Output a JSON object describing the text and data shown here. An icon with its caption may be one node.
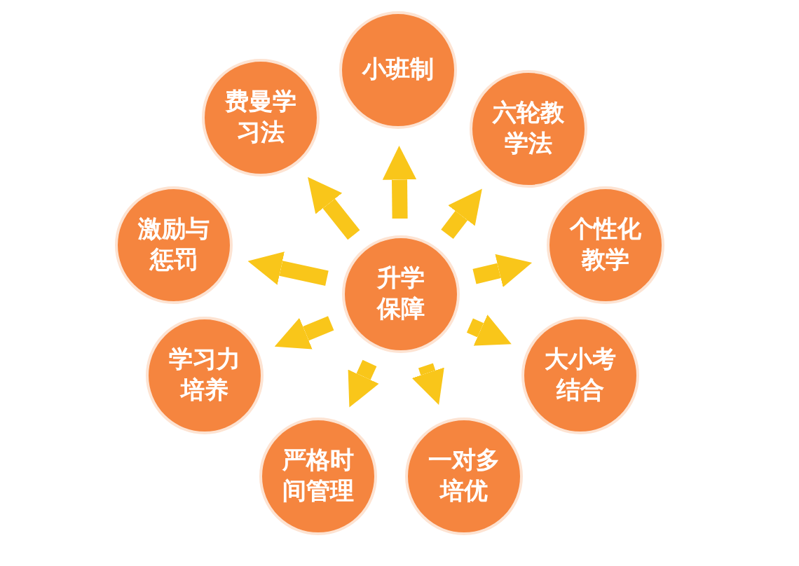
{
  "diagram": {
    "nodes": [
      {
        "text": [
          "升学保障"
        ]
      },
      {
        "text": [
          "小班制"
        ]
      },
      {
        "text": [
          "六轮教学法"
        ]
      },
      {
        "text": [
          "个性化教学"
        ]
      },
      {
        "text": [
          "大小考结合"
        ]
      },
      {
        "text": [
          "一对多培优"
        ]
      },
      {
        "text": [
          "严格时间管理"
        ]
      },
      {
        "text": [
          "学习力培养"
        ]
      },
      {
        "text": [
          "激励与惩罚"
        ]
      },
      {
        "text": [
          "费曼学习法"
        ]
      }
    ],
    "edges": [
      {
        "from": 0,
        "to": 1,
        "arrow": "to"
      },
      {
        "from": 0,
        "to": 2,
        "arrow": "to"
      },
      {
        "from": 0,
        "to": 3,
        "arrow": "to"
      },
      {
        "from": 0,
        "to": 4,
        "arrow": "to"
      },
      {
        "from": 0,
        "to": 5,
        "arrow": "to"
      },
      {
        "from": 0,
        "to": 6,
        "arrow": "to"
      },
      {
        "from": 0,
        "to": 7,
        "arrow": "to"
      },
      {
        "from": 0,
        "to": 8,
        "arrow": "to"
      },
      {
        "from": 0,
        "to": 9,
        "arrow": "to"
      }
    ]
  }
}
